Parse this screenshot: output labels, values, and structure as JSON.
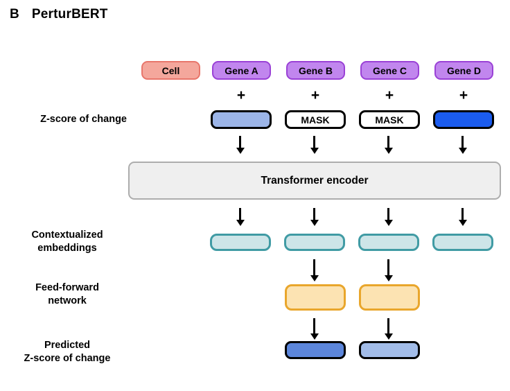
{
  "panel": {
    "letter": "B",
    "title": "PerturBERT"
  },
  "row_labels": {
    "zscore": "Z-score of change",
    "contextualized_line1": "Contextualized",
    "contextualized_line2": "embeddings",
    "ffn_line1": "Feed-forward",
    "ffn_line2": "network",
    "predicted_line1": "Predicted",
    "predicted_line2": "Z-score of change"
  },
  "tokens": {
    "cell": "Cell",
    "genes": [
      "Gene A",
      "Gene B",
      "Gene C",
      "Gene D"
    ]
  },
  "operators": {
    "plus": "+"
  },
  "zscore_row": [
    {
      "label": "",
      "kind": "light-blue-value"
    },
    {
      "label": "MASK",
      "kind": "masked"
    },
    {
      "label": "MASK",
      "kind": "masked"
    },
    {
      "label": "",
      "kind": "strong-blue-value"
    }
  ],
  "encoder": {
    "label": "Transformer encoder"
  },
  "embeddings": [
    {
      "label": "",
      "kind": "teal-embedding"
    },
    {
      "label": "",
      "kind": "teal-embedding"
    },
    {
      "label": "",
      "kind": "teal-embedding"
    },
    {
      "label": "",
      "kind": "teal-embedding"
    }
  ],
  "feed_forward": [
    {
      "label": "",
      "kind": "orange-ffn"
    },
    {
      "label": "",
      "kind": "orange-ffn"
    }
  ],
  "predictions": [
    {
      "label": "",
      "kind": "medium-blue-value"
    },
    {
      "label": "",
      "kind": "light-blue-value"
    }
  ],
  "colors": {
    "cell_fill": "#F4A79C",
    "cell_border": "#E8766B",
    "gene_fill": "#C186EE",
    "gene_border": "#9A41D6",
    "zscore_light_fill": "#9CB5E8",
    "zscore_strong_fill": "#1B5CEF",
    "mask_fill": "#FFFFFF",
    "encoder_fill": "#EFEFEF",
    "encoder_border": "#ADADAD",
    "embedding_fill": "#CDE5E8",
    "embedding_border": "#409BA4",
    "ffn_fill": "#FCE3B2",
    "ffn_border": "#E9A62C",
    "prediction_dark_fill": "#5C86DB",
    "prediction_light_fill": "#A2BCE8",
    "outline": "#000000"
  }
}
